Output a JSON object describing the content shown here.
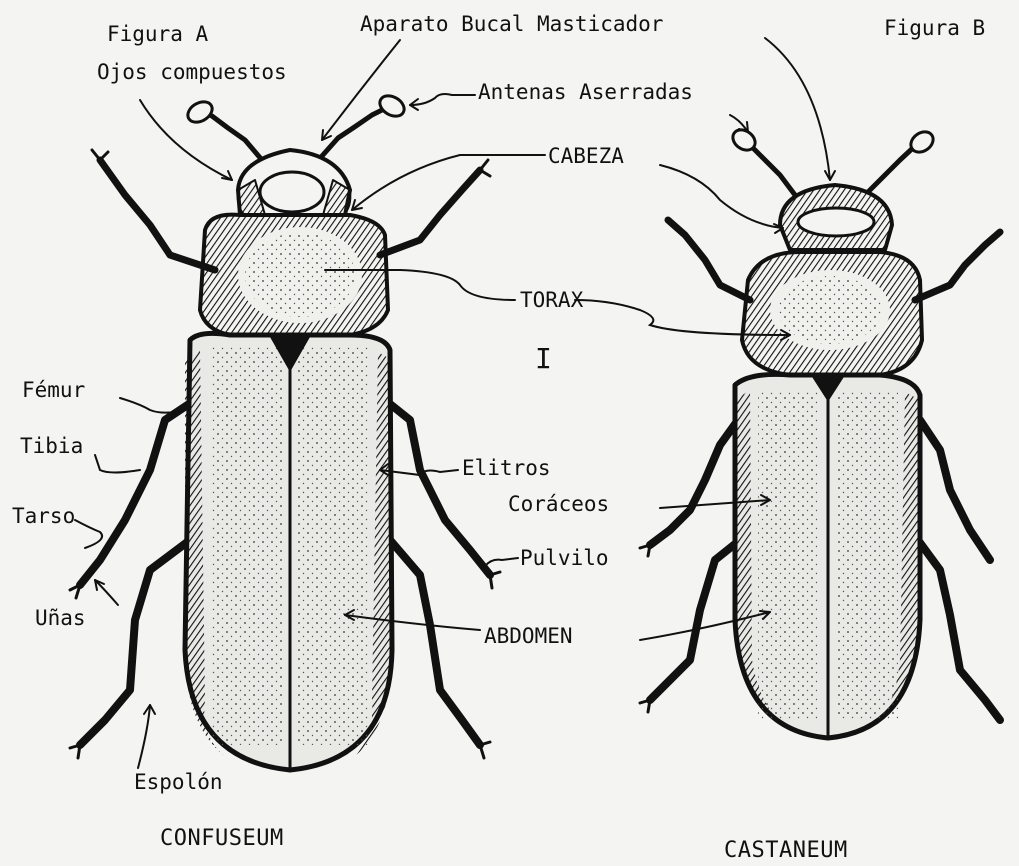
{
  "labels": {
    "figura_a": "Figura A",
    "figura_b": "Figura B",
    "ojos": "Ojos compuestos",
    "aparato": "Aparato Bucal Masticador",
    "antenas": "Antenas Aserradas",
    "cabeza": "CABEZA",
    "torax": "TORAX",
    "scale_mark": "I",
    "femur": "Fémur",
    "tibia": "Tibia",
    "tarso": "Tarso",
    "unas": "Uñas",
    "elitros": "Elitros",
    "coraceos": "Coráceos",
    "pulvilo": "Pulvilo",
    "abdomen": "ABDOMEN",
    "espolon": "Espolón",
    "confuseum": "CONFUSEUM",
    "castaneum": "CASTANEUM"
  },
  "colors": {
    "ink": "#111111",
    "paper": "#f4f4f2",
    "elytra": "#e9e9e6",
    "shade": "#222222"
  },
  "icons": {
    "beetle_a": "beetle-confuseum-illustration",
    "beetle_b": "beetle-castaneum-illustration"
  }
}
